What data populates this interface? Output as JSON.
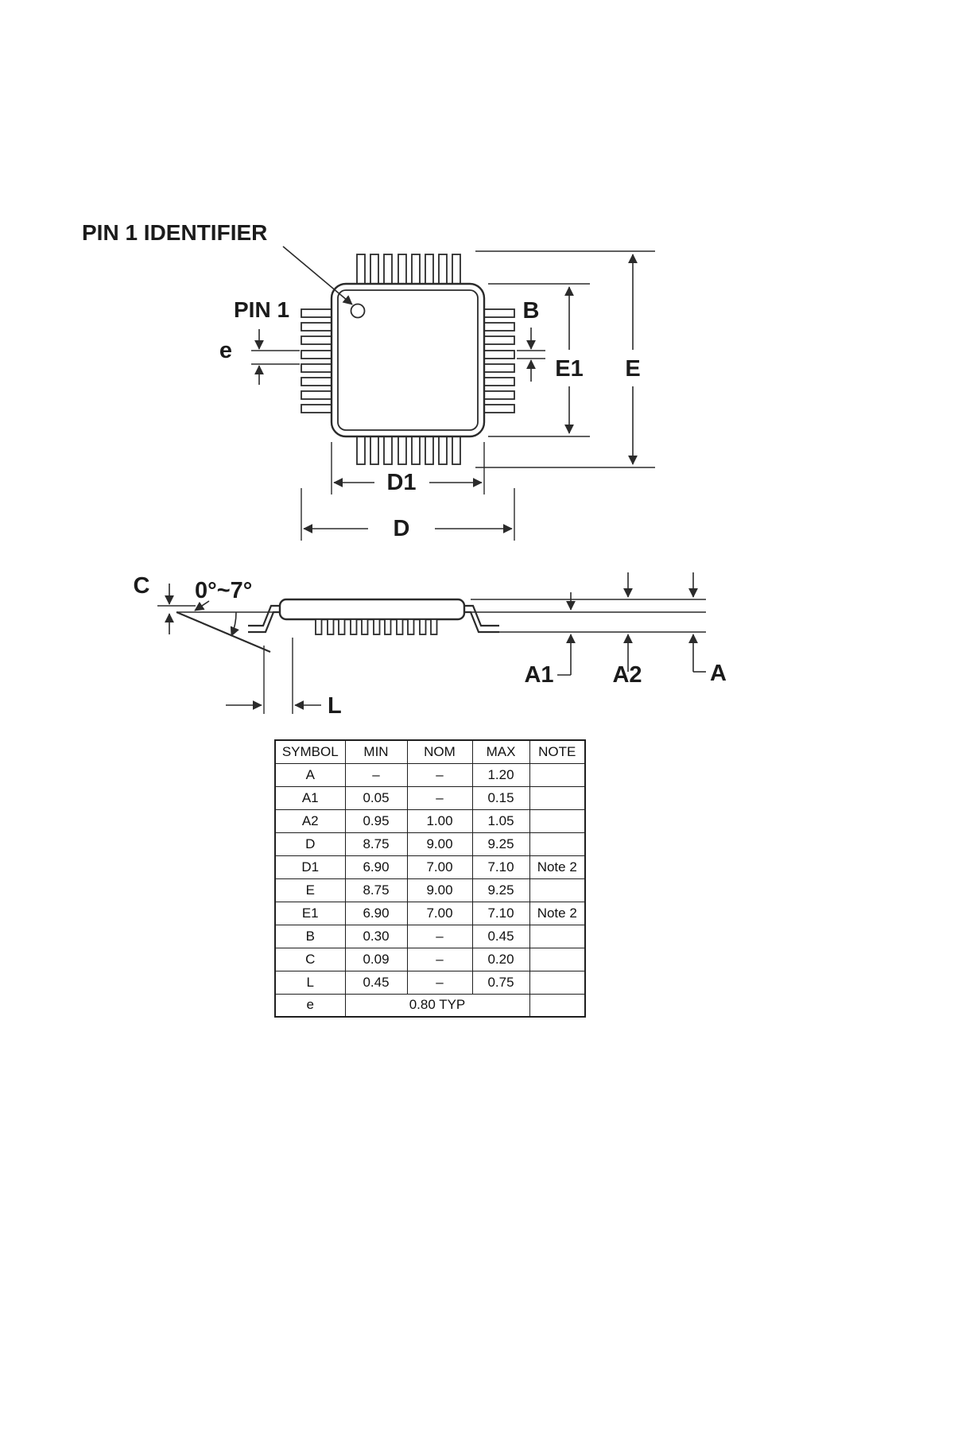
{
  "top_view": {
    "pin1_identifier": "PIN 1 IDENTIFIER",
    "pin1": "PIN 1",
    "dim_e": "e",
    "dim_b": "B",
    "dim_e1": "E1",
    "dim_e_big": "E",
    "dim_d1": "D1",
    "dim_d": "D"
  },
  "side_view": {
    "dim_c": "C",
    "angle": "0°~7°",
    "dim_a1": "A1",
    "dim_a2": "A2",
    "dim_a": "A",
    "dim_l": "L"
  },
  "table": {
    "headers": [
      "SYMBOL",
      "MIN",
      "NOM",
      "MAX",
      "NOTE"
    ],
    "rows": [
      {
        "symbol": "A",
        "min": "–",
        "nom": "–",
        "max": "1.20",
        "note": ""
      },
      {
        "symbol": "A1",
        "min": "0.05",
        "nom": "–",
        "max": "0.15",
        "note": ""
      },
      {
        "symbol": "A2",
        "min": "0.95",
        "nom": "1.00",
        "max": "1.05",
        "note": ""
      },
      {
        "symbol": "D",
        "min": "8.75",
        "nom": "9.00",
        "max": "9.25",
        "note": ""
      },
      {
        "symbol": "D1",
        "min": "6.90",
        "nom": "7.00",
        "max": "7.10",
        "note": "Note 2"
      },
      {
        "symbol": "E",
        "min": "8.75",
        "nom": "9.00",
        "max": "9.25",
        "note": ""
      },
      {
        "symbol": "E1",
        "min": "6.90",
        "nom": "7.00",
        "max": "7.10",
        "note": "Note 2"
      },
      {
        "symbol": "B",
        "min": "0.30",
        "nom": "–",
        "max": "0.45",
        "note": ""
      },
      {
        "symbol": "C",
        "min": "0.09",
        "nom": "–",
        "max": "0.20",
        "note": ""
      },
      {
        "symbol": "L",
        "min": "0.45",
        "nom": "–",
        "max": "0.75",
        "note": ""
      }
    ],
    "e_row": {
      "symbol": "e",
      "value": "0.80 TYP",
      "note": ""
    }
  }
}
